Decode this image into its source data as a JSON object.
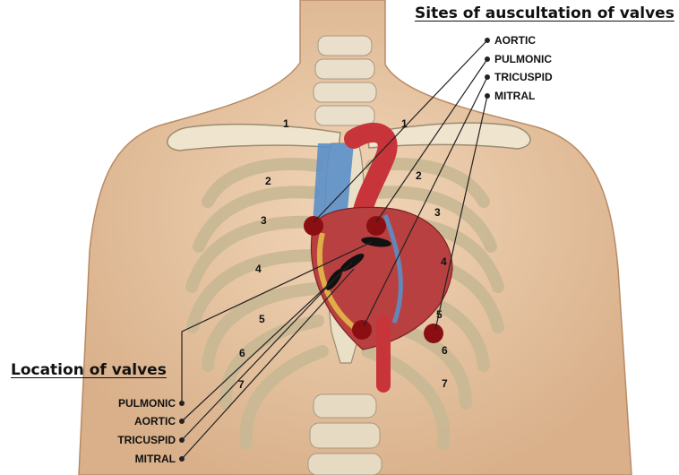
{
  "titles": {
    "auscultation": "Sites of auscultation of valves",
    "location": "Location of valves"
  },
  "auscultation_sites": [
    "AORTIC",
    "PULMONIC",
    "TRICUSPID",
    "MITRAL"
  ],
  "valve_locations": [
    "PULMONIC",
    "AORTIC",
    "TRICUSPID",
    "MITRAL"
  ],
  "rib_numbers": {
    "left": [
      "1",
      "2",
      "3",
      "4",
      "5",
      "6",
      "7"
    ],
    "right": [
      "1",
      "2",
      "3",
      "4",
      "5",
      "6",
      "7"
    ]
  },
  "colors": {
    "skin": "#e9c9a6",
    "bone": "#efe6d2",
    "artery": "#c7343a",
    "vein": "#5b8fc8",
    "site_marker": "#8b0f12",
    "valve": "#111111"
  }
}
